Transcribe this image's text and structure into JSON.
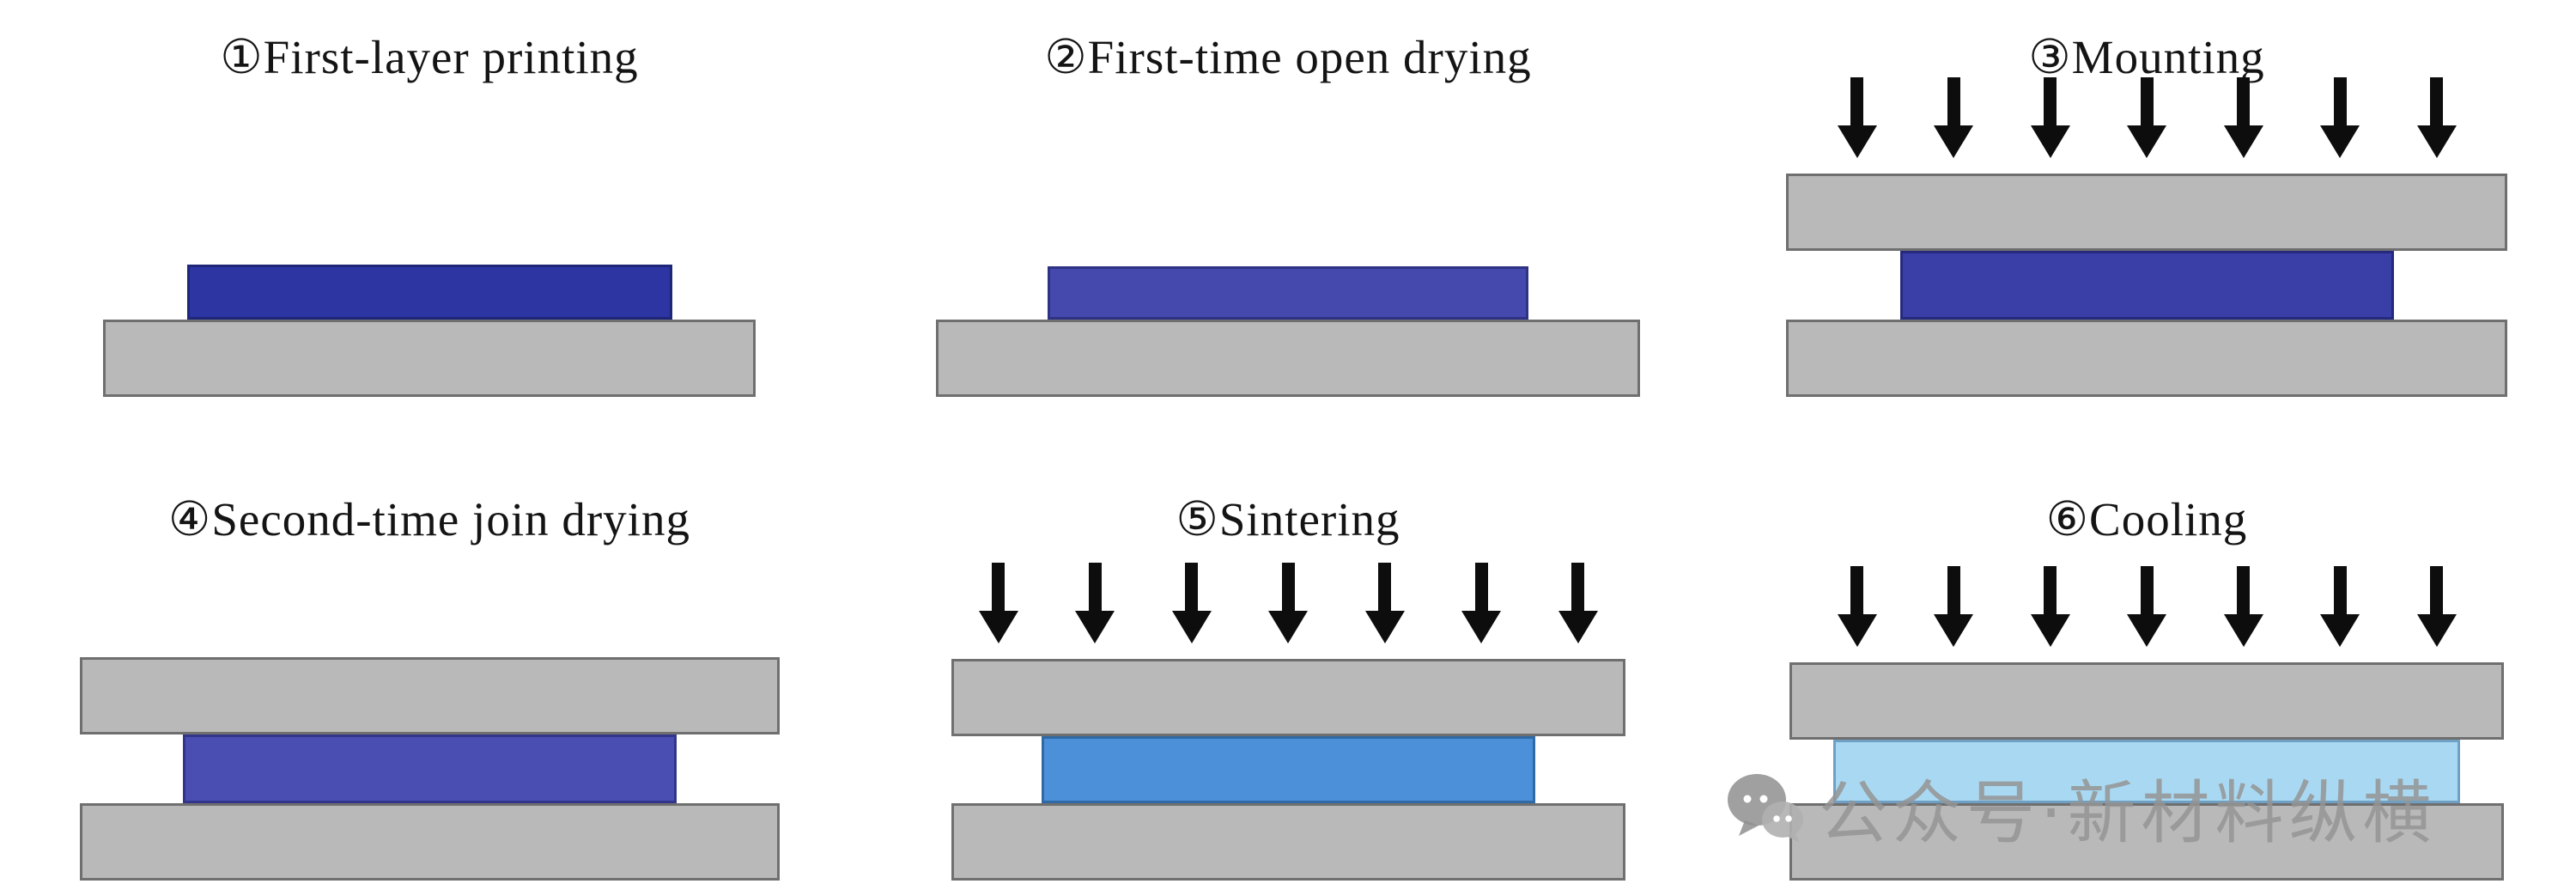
{
  "watermark": {
    "text": "公众号·新材料纵横",
    "icon": "wechat-icon",
    "color": "#949494"
  },
  "colors": {
    "background": "#ffffff",
    "plate_gray": "#b9b9b9",
    "plate_border": "#6f6f6f",
    "arrow_black": "#0d0d0d",
    "title_text": "#141414"
  },
  "panels": [
    {
      "step_number": "①",
      "title": "①First-layer printing",
      "layer_color": "#2c35a2",
      "layer_border": "#1e2678",
      "has_arrows": false,
      "has_top_plate": false
    },
    {
      "step_number": "②",
      "title": "②First-time open drying",
      "layer_color": "#4549ae",
      "layer_border": "#2e3284",
      "has_arrows": false,
      "has_top_plate": false
    },
    {
      "step_number": "③",
      "title": "③Mounting",
      "layer_color": "#3a3fa8",
      "layer_border": "#262a7e",
      "has_arrows": true,
      "has_top_plate": true
    },
    {
      "step_number": "④",
      "title": "④Second-time join drying",
      "layer_color": "#4a4eb2",
      "layer_border": "#32358a",
      "has_arrows": false,
      "has_top_plate": true
    },
    {
      "step_number": "⑤",
      "title": "⑤Sintering",
      "layer_color": "#4b90d9",
      "layer_border": "#2f6aa6",
      "has_arrows": true,
      "has_top_plate": true
    },
    {
      "step_number": "⑥",
      "title": "⑥Cooling",
      "layer_color": "#a9d9f2",
      "layer_border": "#6fa0c4",
      "has_arrows": true,
      "has_top_plate": true
    }
  ]
}
